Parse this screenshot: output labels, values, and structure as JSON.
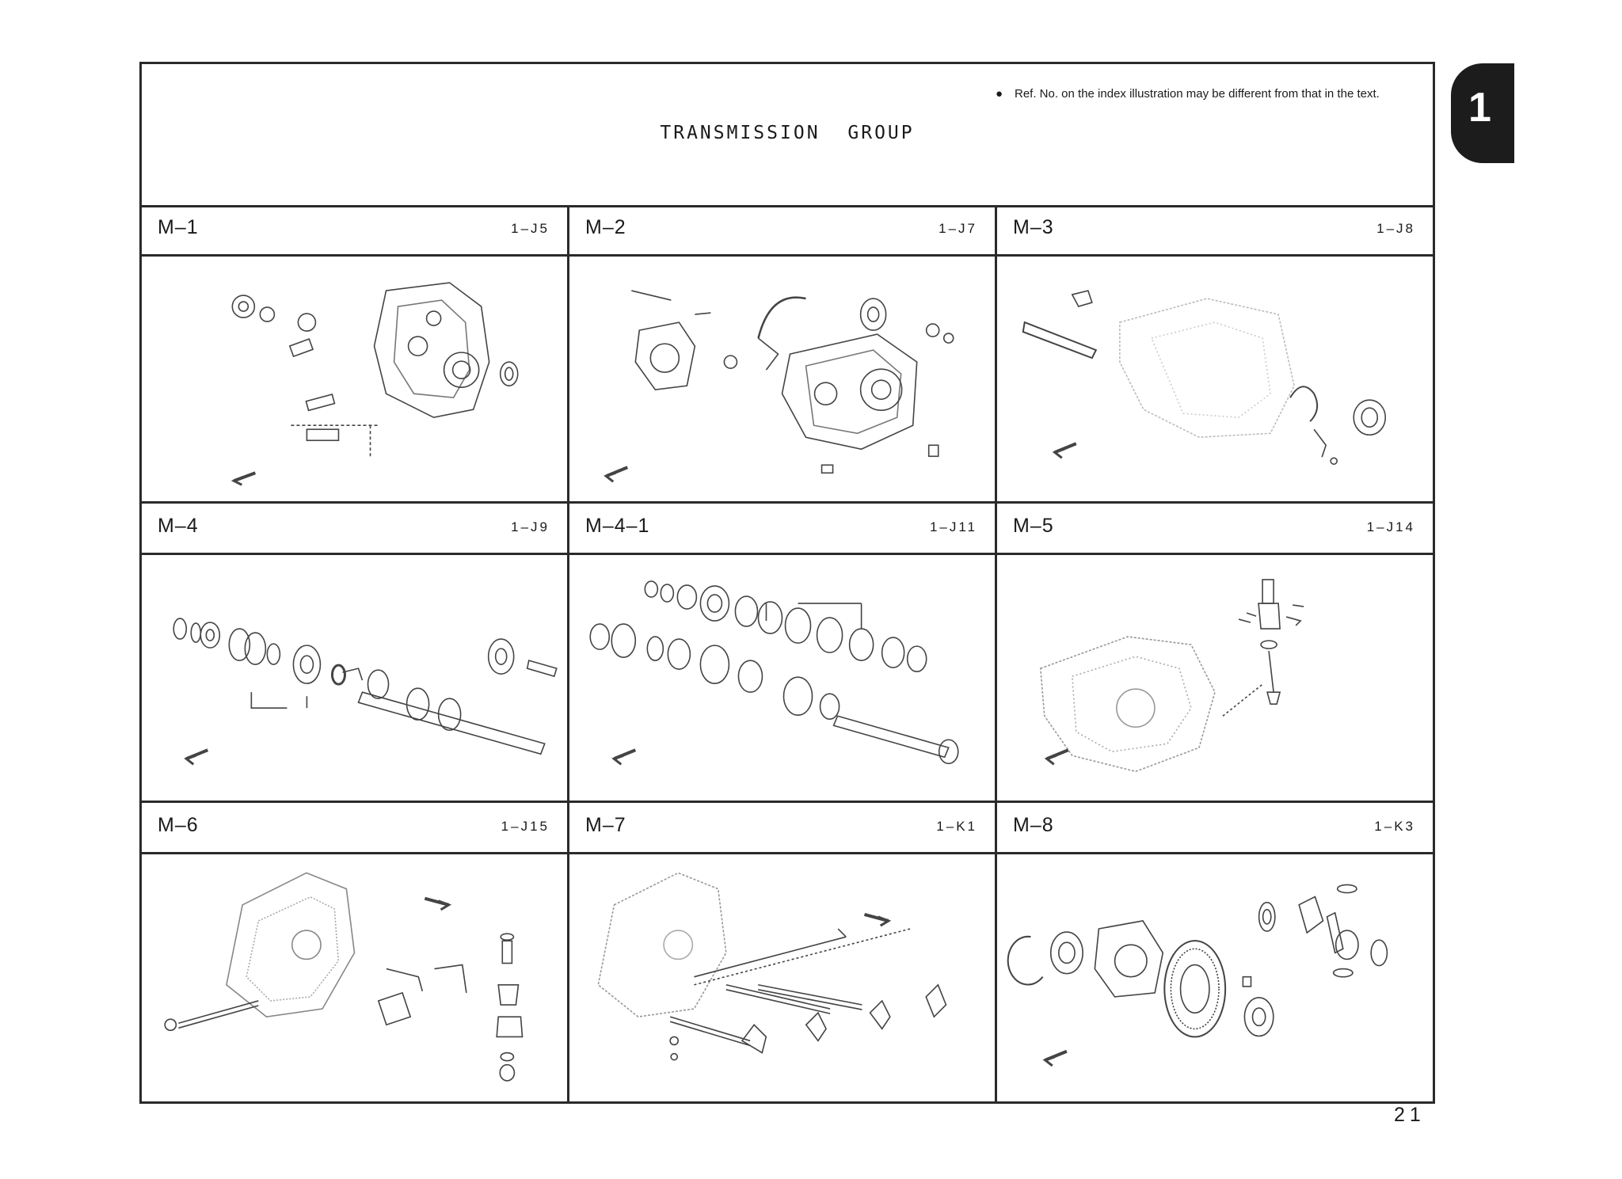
{
  "header": {
    "title": "TRANSMISSION GROUP",
    "note": "Ref. No. on the index illustration may be different from that in the text."
  },
  "section_tab": "1",
  "page_number": "21",
  "cells": [
    {
      "code": "M–1",
      "ref": "1–J5",
      "illustration": "transmission-case-exploded"
    },
    {
      "code": "M–2",
      "ref": "1–J7",
      "illustration": "clutch-housing-exploded"
    },
    {
      "code": "M–3",
      "ref": "1–J8",
      "illustration": "release-fork-bearing"
    },
    {
      "code": "M–4",
      "ref": "1–J9",
      "illustration": "mainshaft-gears"
    },
    {
      "code": "M–4–1",
      "ref": "1–J11",
      "illustration": "countershaft-gears"
    },
    {
      "code": "M–5",
      "ref": "1–J14",
      "illustration": "speedometer-gear"
    },
    {
      "code": "M–6",
      "ref": "1–J15",
      "illustration": "shift-lever-assembly"
    },
    {
      "code": "M–7",
      "ref": "1–K1",
      "illustration": "shift-forks-shafts"
    },
    {
      "code": "M–8",
      "ref": "1–K3",
      "illustration": "differential-assembly"
    }
  ]
}
